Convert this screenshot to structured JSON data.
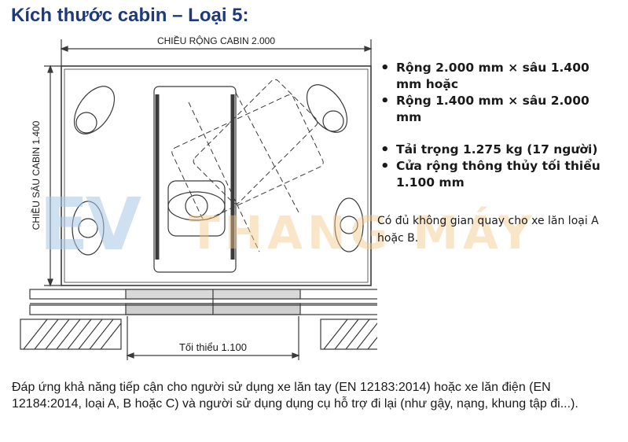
{
  "title": "Kích thước cabin – Loại 5:",
  "labels": {
    "width": "CHIỀU RỘNG CABIN 2.000",
    "depth": "CHIỀU SÂU CABIN 1.400",
    "door": "Tối thiểu 1.100"
  },
  "bullets": [
    "Rộng 2.000 mm × sâu 1.400 mm hoặc",
    "Rộng 1.400 mm × sâu 2.000 mm",
    "Tải trọng 1.275 kg (17 người)",
    "Cửa rộng thông thủy tối thiểu 1.100 mm"
  ],
  "note": "Có đủ không gian quay cho xe lăn loại A hoặc B.",
  "description": "Đáp ứng khả năng tiếp cận cho người sử dụng xe lăn tay (EN 12183:2014) hoặc xe lăn điện (EN 12184:2014, loại A, B hoặc C) và người sử dụng dụng cụ hỗ trợ đi lại (như gậy, nạng, khung tập đi...).",
  "watermark": {
    "letters": "EV",
    "text": "THANG MÁY"
  }
}
